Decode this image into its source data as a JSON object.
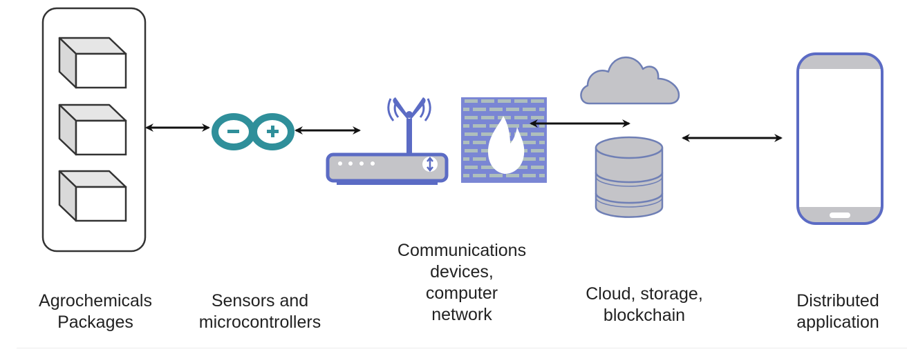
{
  "diagram": {
    "type": "architecture-flow",
    "colors": {
      "icon_blue": "#5b6bc4",
      "icon_gray": "#c4c4c8",
      "arduino_teal": "#2f8f9a",
      "arrow": "#111111",
      "outline": "#333333"
    },
    "nodes": [
      {
        "id": "agrochemicals",
        "icon": "boxes-icon",
        "label_lines": [
          "Agrochemicals",
          "Packages"
        ]
      },
      {
        "id": "sensors",
        "icon": "arduino-infinity-icon",
        "label_lines": [
          "Sensors and",
          "microcontrollers"
        ]
      },
      {
        "id": "communications",
        "icon": "router-firewall-icon",
        "label_lines": [
          "Communications",
          "devices,",
          "computer",
          "network"
        ]
      },
      {
        "id": "cloud",
        "icon": "cloud-database-icon",
        "label_lines": [
          "Cloud, storage,",
          "blockchain"
        ]
      },
      {
        "id": "application",
        "icon": "smartphone-icon",
        "label_lines": [
          "Distributed",
          "application"
        ]
      }
    ],
    "edges": [
      {
        "from": "agrochemicals",
        "to": "sensors",
        "direction": "bidirectional"
      },
      {
        "from": "sensors",
        "to": "communications",
        "direction": "bidirectional"
      },
      {
        "from": "communications",
        "to": "cloud",
        "direction": "bidirectional"
      },
      {
        "from": "cloud",
        "to": "application",
        "direction": "bidirectional"
      }
    ]
  }
}
